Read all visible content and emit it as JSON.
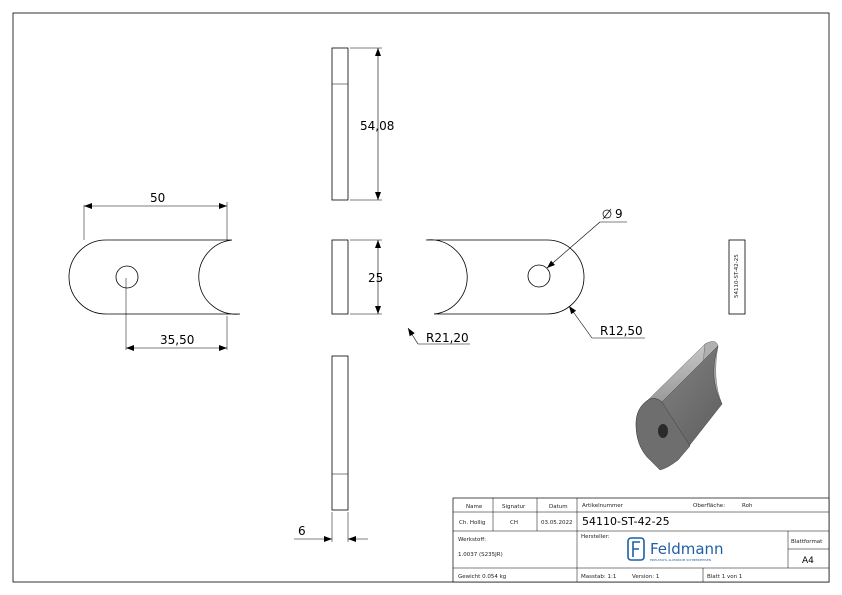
{
  "dimensions": {
    "width_top": "50",
    "height_side": "54,08",
    "hole_dia": "9",
    "end_height": "25",
    "hole_pos": "35,50",
    "radius_cut": "R21,20",
    "radius_end": "R12,50",
    "thickness": "6"
  },
  "small_view_label": "54110-ST-42-25",
  "title_block": {
    "name_header": "Name",
    "signature_header": "Signatur",
    "date_header": "Datum",
    "name": "Ch. Hollig",
    "signature": "CH",
    "date": "03.05.2022",
    "part_number_label": "Artikelnummer",
    "part_number": "54110-ST-42-25",
    "surface_label": "Oberfläche:",
    "surface_value": "Roh",
    "material_label": "Werkstoff:",
    "material_value": "1.0037 (S235JR)",
    "manufacturer_label": "Hersteller:",
    "logo_text": "Feldmann",
    "logo_tagline": "EDELSTAHL ALUMINIUM SCHMIEDEEISEN",
    "format_label": "Blattformat",
    "format_value": "A4",
    "weight": "Gewicht 0.054 kg",
    "scale": "Masstab: 1:1",
    "version": "Version: 1",
    "sheet": "Blatt 1 von 1"
  }
}
